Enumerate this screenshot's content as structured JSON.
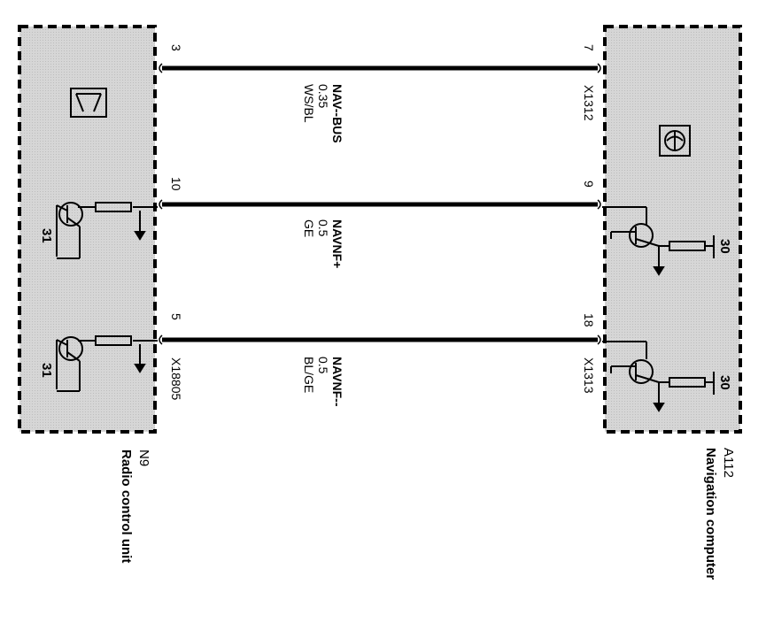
{
  "left_unit": {
    "code": "N9",
    "name": "Radio control unit",
    "connector": "X18805",
    "ground_labels": [
      "31",
      "31"
    ]
  },
  "right_unit": {
    "code": "A112",
    "name": "Navigation computer",
    "connectors": [
      "X1312",
      "X1313"
    ],
    "supply_labels": [
      "30",
      "30"
    ]
  },
  "wires": [
    {
      "name": "NAV--BUS",
      "gauge": "0.35",
      "color": "WS/BL",
      "left_pin": "3",
      "right_pin": "7"
    },
    {
      "name": "NAVNF+",
      "gauge": "0.5",
      "color": "GE",
      "left_pin": "10",
      "right_pin": "9"
    },
    {
      "name": "NAVNF--",
      "gauge": "0.5",
      "color": "BL/GE",
      "left_pin": "5",
      "right_pin": "18"
    }
  ],
  "icons": {
    "left_unit_symbol": "radio-unit-icon",
    "right_unit_symbol": "navigation-globe-icon"
  }
}
